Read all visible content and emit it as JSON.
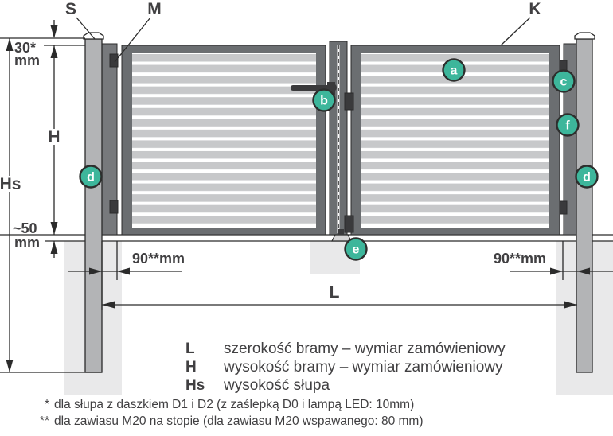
{
  "diagram": {
    "part_labels": {
      "s": "S",
      "m": "M",
      "k": "K"
    },
    "marker_letters": {
      "a": "a",
      "b": "b",
      "c": "c",
      "d_left": "d",
      "d_right": "d",
      "e": "e",
      "f": "f"
    },
    "dims": {
      "top_offset_value": "30*",
      "top_offset_unit": "mm",
      "ground_gap_value": "~50",
      "ground_gap_unit": "mm",
      "post_offset_left": "90**mm",
      "post_offset_right": "90**mm",
      "width": "L",
      "height": "H",
      "post_height": "Hs"
    }
  },
  "legend": {
    "rows": [
      {
        "symbol": "L",
        "text": "szerokość bramy – wymiar zamówieniowy"
      },
      {
        "symbol": "H",
        "text": "wysokość bramy – wymiar zamówieniowy"
      },
      {
        "symbol": "Hs",
        "text": "wysokość słupa"
      }
    ]
  },
  "footnotes": [
    {
      "marker": "*",
      "text": "dla słupa z daszkiem D1 i D2 (z zaślepką D0 i lampą LED: 10mm)"
    },
    {
      "marker": "**",
      "text": "dla zawiasu M20 na stopie (dla zawiasu M20 wspawanego: 80 mm)"
    }
  ],
  "colors": {
    "accent_teal": "#3db69b",
    "frame_gray": "#6b6e71",
    "strip_gray": "#77797c",
    "slat_gray": "#c7c8ca",
    "post_gray": "#b3b4b6",
    "foundation_gray": "#e9e9ea",
    "line_dark": "#2b2b2b",
    "text_dark": "#414042"
  }
}
